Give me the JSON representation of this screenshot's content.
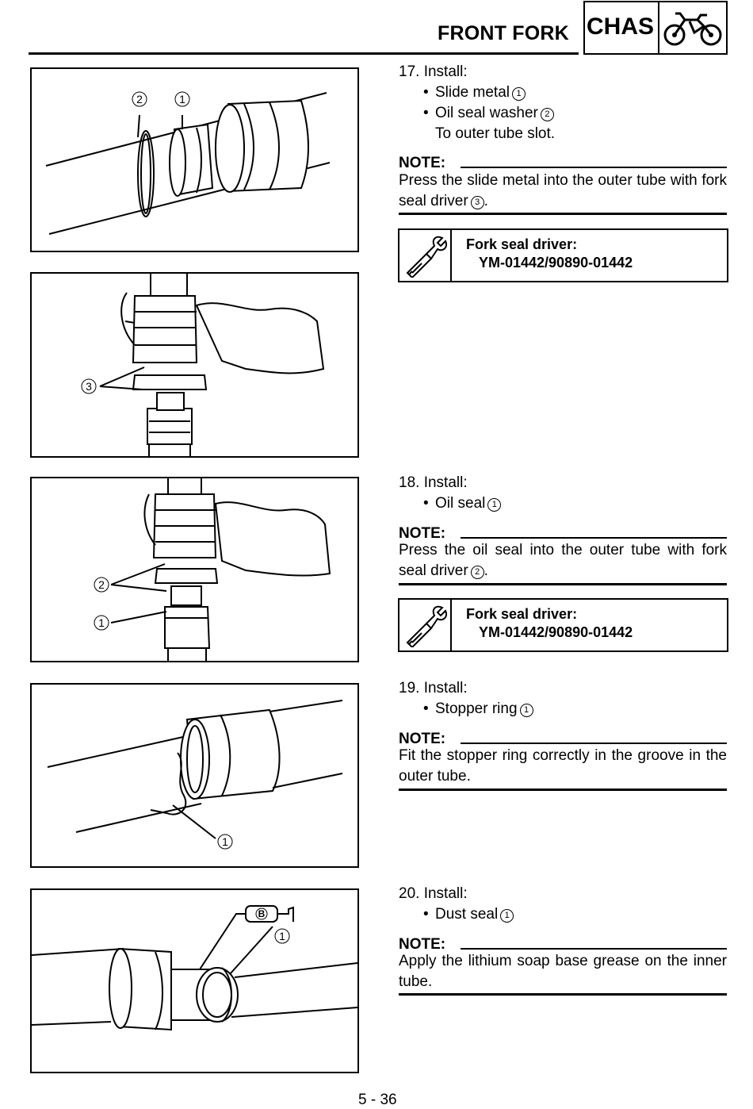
{
  "header": {
    "title": "FRONT FORK",
    "section_badge": "CHAS",
    "badge_icon": "motorcycle-icon"
  },
  "steps": [
    {
      "number": "17.",
      "action": "Install:",
      "items": [
        {
          "text": "Slide metal",
          "ref": "1"
        },
        {
          "text": "Oil seal washer",
          "ref": "2"
        }
      ],
      "continuation": "To outer tube slot.",
      "note_label": "NOTE:",
      "note_text": "Press the slide metal into the outer tube with fork seal driver",
      "note_ref": "3",
      "note_end": ".",
      "tool": {
        "icon": "tool-icon",
        "name": "Fork seal driver:",
        "part": "YM-01442/90890-01442"
      }
    },
    {
      "number": "18.",
      "action": "Install:",
      "items": [
        {
          "text": "Oil seal",
          "ref": "1"
        }
      ],
      "note_label": "NOTE:",
      "note_text": "Press the oil seal into the outer tube with fork seal driver",
      "note_ref": "2",
      "note_end": ".",
      "tool": {
        "icon": "tool-icon",
        "name": "Fork seal driver:",
        "part": "YM-01442/90890-01442"
      }
    },
    {
      "number": "19.",
      "action": "Install:",
      "items": [
        {
          "text": "Stopper ring",
          "ref": "1"
        }
      ],
      "note_label": "NOTE:",
      "note_text": "Fit the stopper ring correctly in the groove in the outer tube."
    },
    {
      "number": "20.",
      "action": "Install:",
      "items": [
        {
          "text": "Dust seal",
          "ref": "1"
        }
      ],
      "note_label": "NOTE:",
      "note_text": "Apply the lithium soap base grease on the inner tube."
    }
  ],
  "figures": {
    "fig1": {
      "callouts": [
        "2",
        "1"
      ]
    },
    "fig2": {
      "callouts": [
        "3"
      ]
    },
    "fig3": {
      "callouts": [
        "2",
        "1"
      ]
    },
    "fig4": {
      "callouts": [
        "1"
      ]
    },
    "fig5": {
      "callouts": [
        "1"
      ],
      "grease_label": "B"
    }
  },
  "footer": {
    "page_number": "5 - 36"
  }
}
